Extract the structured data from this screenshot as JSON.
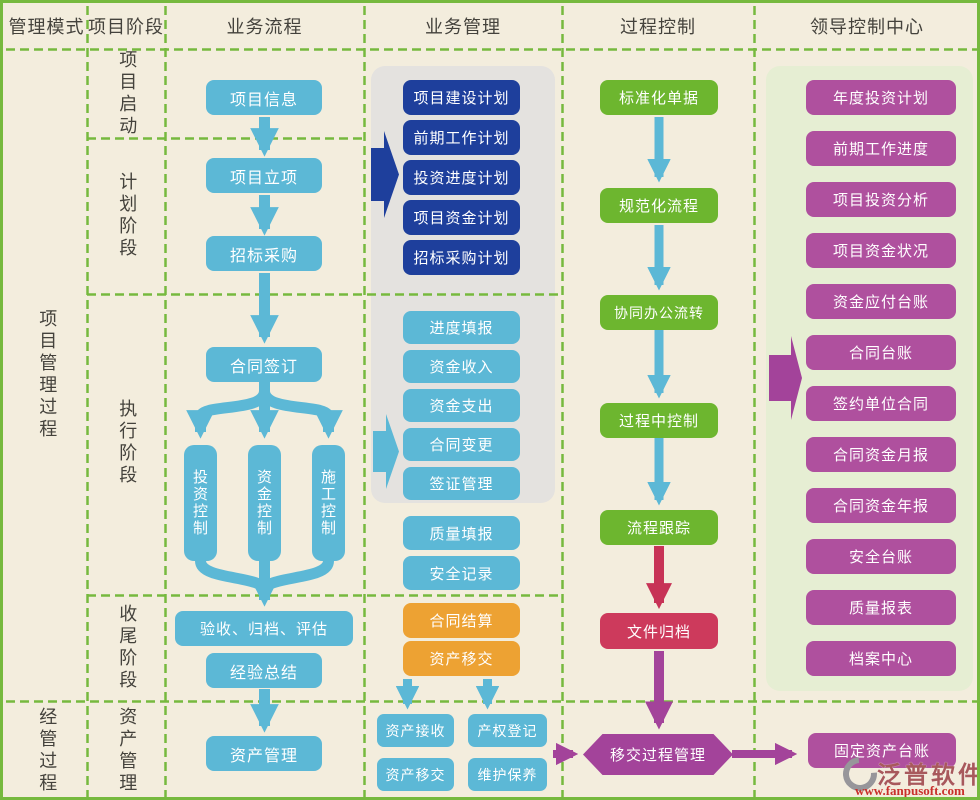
{
  "headers": [
    "管理模式",
    "项目阶段",
    "业务流程",
    "业务管理",
    "过程控制",
    "领导控制中心"
  ],
  "left_labels": {
    "main_process": "项目管理过程",
    "operation_process": "经管过程"
  },
  "phases": {
    "initiation": "项目启动",
    "planning": "计划阶段",
    "execution": "执行阶段",
    "closing": "收尾阶段",
    "asset": "资产管理"
  },
  "business_flow": {
    "project_info": "项目信息",
    "project_approval": "项目立项",
    "bidding": "招标采购",
    "contract_signing": "合同签订",
    "controls": [
      "投资控制",
      "资金控制",
      "施工控制"
    ],
    "acceptance": "验收、归档、评估",
    "experience_summary": "经验总结",
    "asset_management": "资产管理"
  },
  "business_mgmt": {
    "plans": [
      "项目建设计划",
      "前期工作计划",
      "投资进度计划",
      "项目资金计划",
      "招标采购计划"
    ],
    "operations": [
      "进度填报",
      "资金收入",
      "资金支出",
      "合同变更",
      "签证管理"
    ],
    "records": [
      "质量填报",
      "安全记录"
    ],
    "closeout": [
      "合同结算",
      "资产移交"
    ],
    "asset_ops": [
      "资产接收",
      "产权登记",
      "资产移交",
      "维护保养"
    ]
  },
  "process_control": {
    "steps": [
      "标准化单据",
      "规范化流程",
      "协同办公流转",
      "过程中控制",
      "流程跟踪"
    ],
    "file_archive": "文件归档",
    "transfer_mgmt": "移交过程管理"
  },
  "leader_center": {
    "reports": [
      "年度投资计划",
      "前期工作进度",
      "项目投资分析",
      "项目资金状况",
      "资金应付台账",
      "合同台账",
      "签约单位合同",
      "合同资金月报",
      "合同资金年报",
      "安全台账",
      "质量报表",
      "档案中心"
    ],
    "fixed_asset_ledger": "固定资产台账"
  },
  "logo": {
    "brand": "泛普软件",
    "url": "www.fanpusoft.com"
  },
  "colors": {
    "grid_green": "#76b93e",
    "node_cyan": "#5cb8d6",
    "node_navy": "#1e3f9c",
    "node_green": "#6db62f",
    "node_purple": "#af509e",
    "node_magenta": "#a3439a",
    "node_red": "#cd3a5c",
    "node_orange": "#eda233",
    "arrow_crimson": "#c73356",
    "background": "#f3eddd",
    "panel_gray": "#e4e2df",
    "panel_green": "#e6eed3"
  }
}
